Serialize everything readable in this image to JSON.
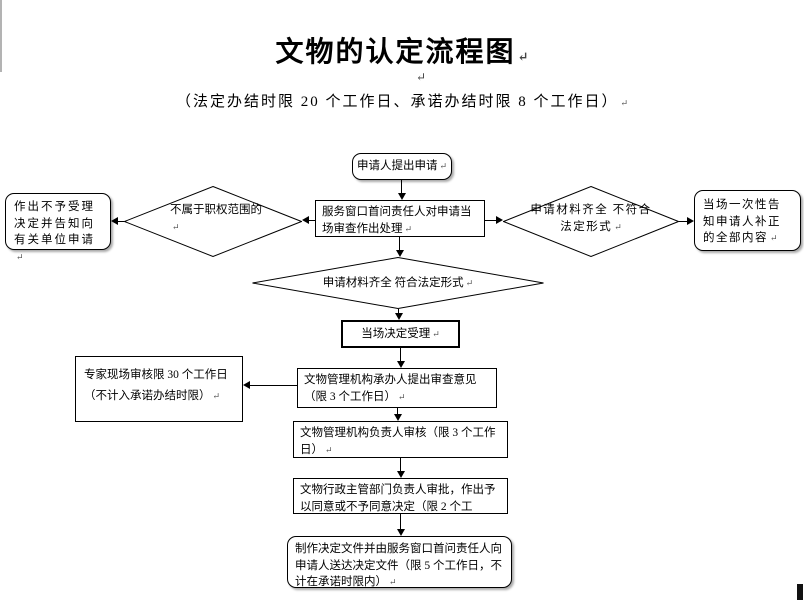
{
  "page": {
    "title": "文物的认定流程图",
    "subtitle": "（法定办结时限 20 个工作日、承诺办结时限 8 个工作日）",
    "crlf_mark": "↵"
  },
  "colors": {
    "line": "#000000",
    "background": "#ffffff",
    "shadow": "#aaaaaa"
  },
  "nodes": {
    "start": {
      "shape": "rounded",
      "text": "申请人提出申请"
    },
    "front_desk_review": {
      "shape": "rect",
      "text": "服务窗口首问责任人对申请当场审查作出处理"
    },
    "not_within_authority": {
      "shape": "diamond",
      "text": "不属于职权范围的"
    },
    "reject_and_refer": {
      "shape": "rounded",
      "text": "作出不予受理决定并告知向有关单位申请"
    },
    "complete_not_legal_form": {
      "shape": "diamond",
      "text": "申请材料齐全 不符合法定形式"
    },
    "notify_supplement": {
      "shape": "rounded",
      "text": "当场一次性告知申请人补正的全部内容"
    },
    "complete_legal_form": {
      "shape": "diamond",
      "text": "申请材料齐全 符合法定形式"
    },
    "accept_on_spot": {
      "shape": "rect",
      "text": "当场决定受理"
    },
    "handler_opinion": {
      "shape": "rect",
      "text": "文物管理机构承办人提出审查意见（限 3 个工作日）"
    },
    "expert_site_review": {
      "shape": "rect",
      "text": "专家现场审核限 30 个工作日（不计入承诺办结时限）"
    },
    "agency_head_review": {
      "shape": "rect",
      "text": "文物管理机构负责人审核（限 3 个工作日）"
    },
    "dept_head_approval": {
      "shape": "rect",
      "text": "文物行政主管部门负责人审批，作出予以同意或不予同意决定（限 2 个工"
    },
    "make_and_deliver_decision": {
      "shape": "rounded",
      "text": "制作决定文件并由服务窗口首问责任人向申请人送达决定文件（限 5 个工作日，不计在承诺时限内）"
    }
  }
}
